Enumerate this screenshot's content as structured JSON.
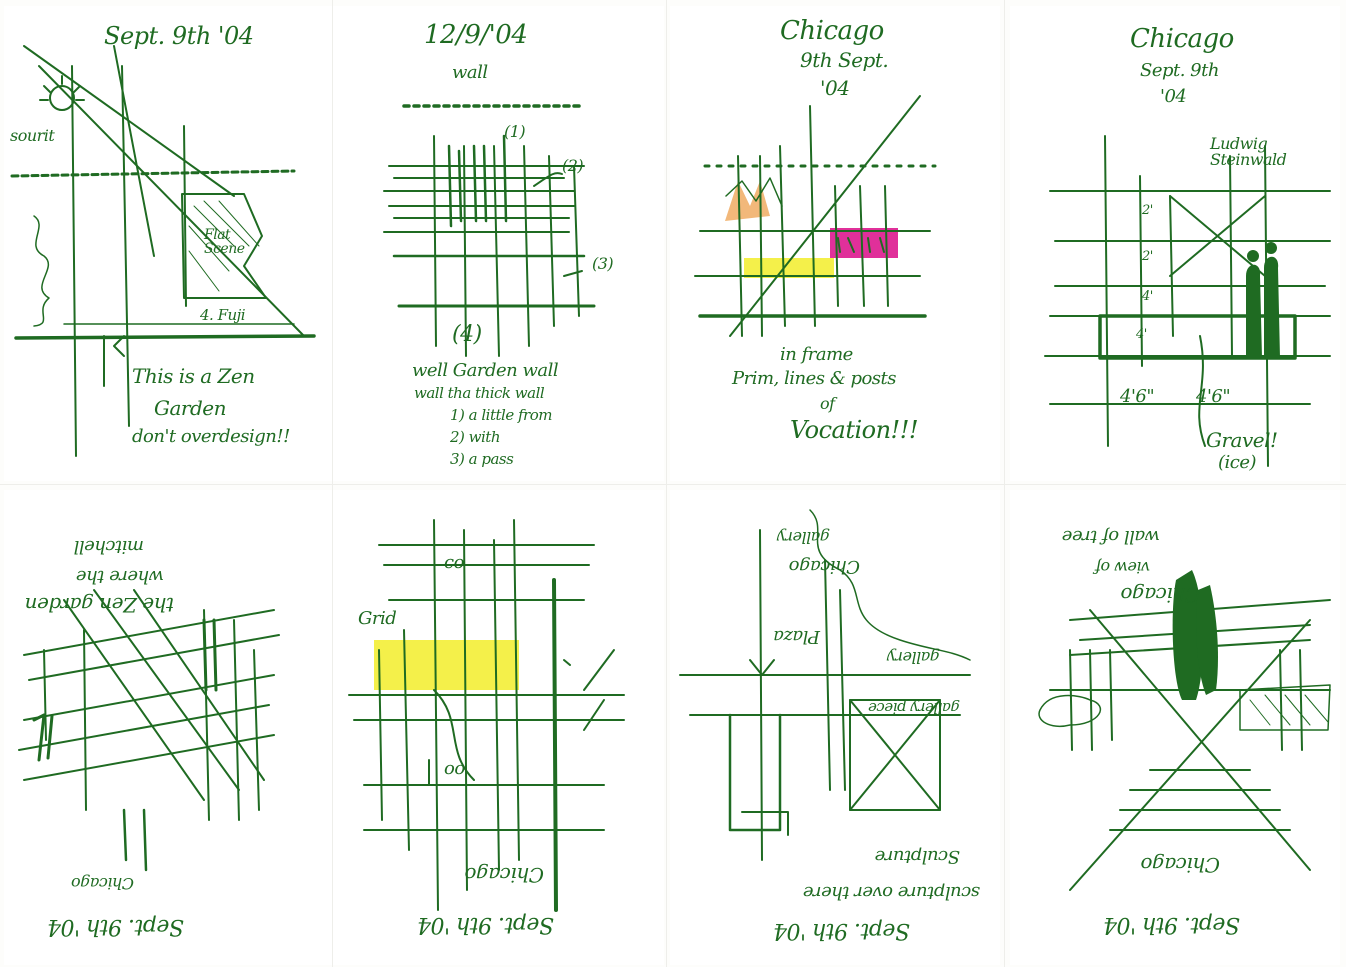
{
  "colors": {
    "ink": "#1f6b22",
    "paper": "#ffffff",
    "highlight_yellow": "#f4f04a",
    "highlight_orange": "#f2b87a",
    "highlight_magenta": "#e0309a"
  },
  "sketches": [
    {
      "id": "sketch-1",
      "lines": [
        "Sept. 9th '04",
        "sourit",
        "Flat Scene",
        "4. Fuji",
        "This is a Zen",
        "Garden",
        "don't overdesign!!"
      ]
    },
    {
      "id": "sketch-2",
      "lines": [
        "12/9/'04",
        "wall",
        "(1)",
        "(2)",
        "(3)",
        "(4)",
        "well Garden wall",
        "wall tha thick wall",
        "1) a little from",
        "2) with",
        "3) a pass"
      ]
    },
    {
      "id": "sketch-3",
      "lines": [
        "Chicago",
        "9th Sept.",
        "'04",
        "in frame",
        "Prim, lines & posts",
        "of",
        "Vocation!!!"
      ]
    },
    {
      "id": "sketch-4",
      "lines": [
        "Chicago",
        "Sept. 9th",
        "'04",
        "Ludwig Steinwald",
        "2'",
        "2'",
        "4'",
        "4'",
        "4'6\"",
        "4'6\"",
        "Gravel!",
        "(ice)"
      ]
    },
    {
      "id": "sketch-5",
      "lines": [
        "the Zen garden",
        "where the",
        "mitchell",
        "Chicago",
        "Sept. 9th '04"
      ]
    },
    {
      "id": "sketch-6",
      "lines": [
        "Grid",
        "co",
        "oo",
        "Chicago",
        "Sept. 9th '04"
      ]
    },
    {
      "id": "sketch-7",
      "lines": [
        "Chicago",
        "Plaza",
        "gallery",
        "gallery",
        "gallery piece",
        "Sculpture",
        "sculpture over there",
        "Sept. 9th '04"
      ]
    },
    {
      "id": "sketch-8",
      "lines": [
        "Chicago",
        "view of",
        "wall of tree",
        "Chicago",
        "Sept. 9th '04"
      ]
    }
  ]
}
